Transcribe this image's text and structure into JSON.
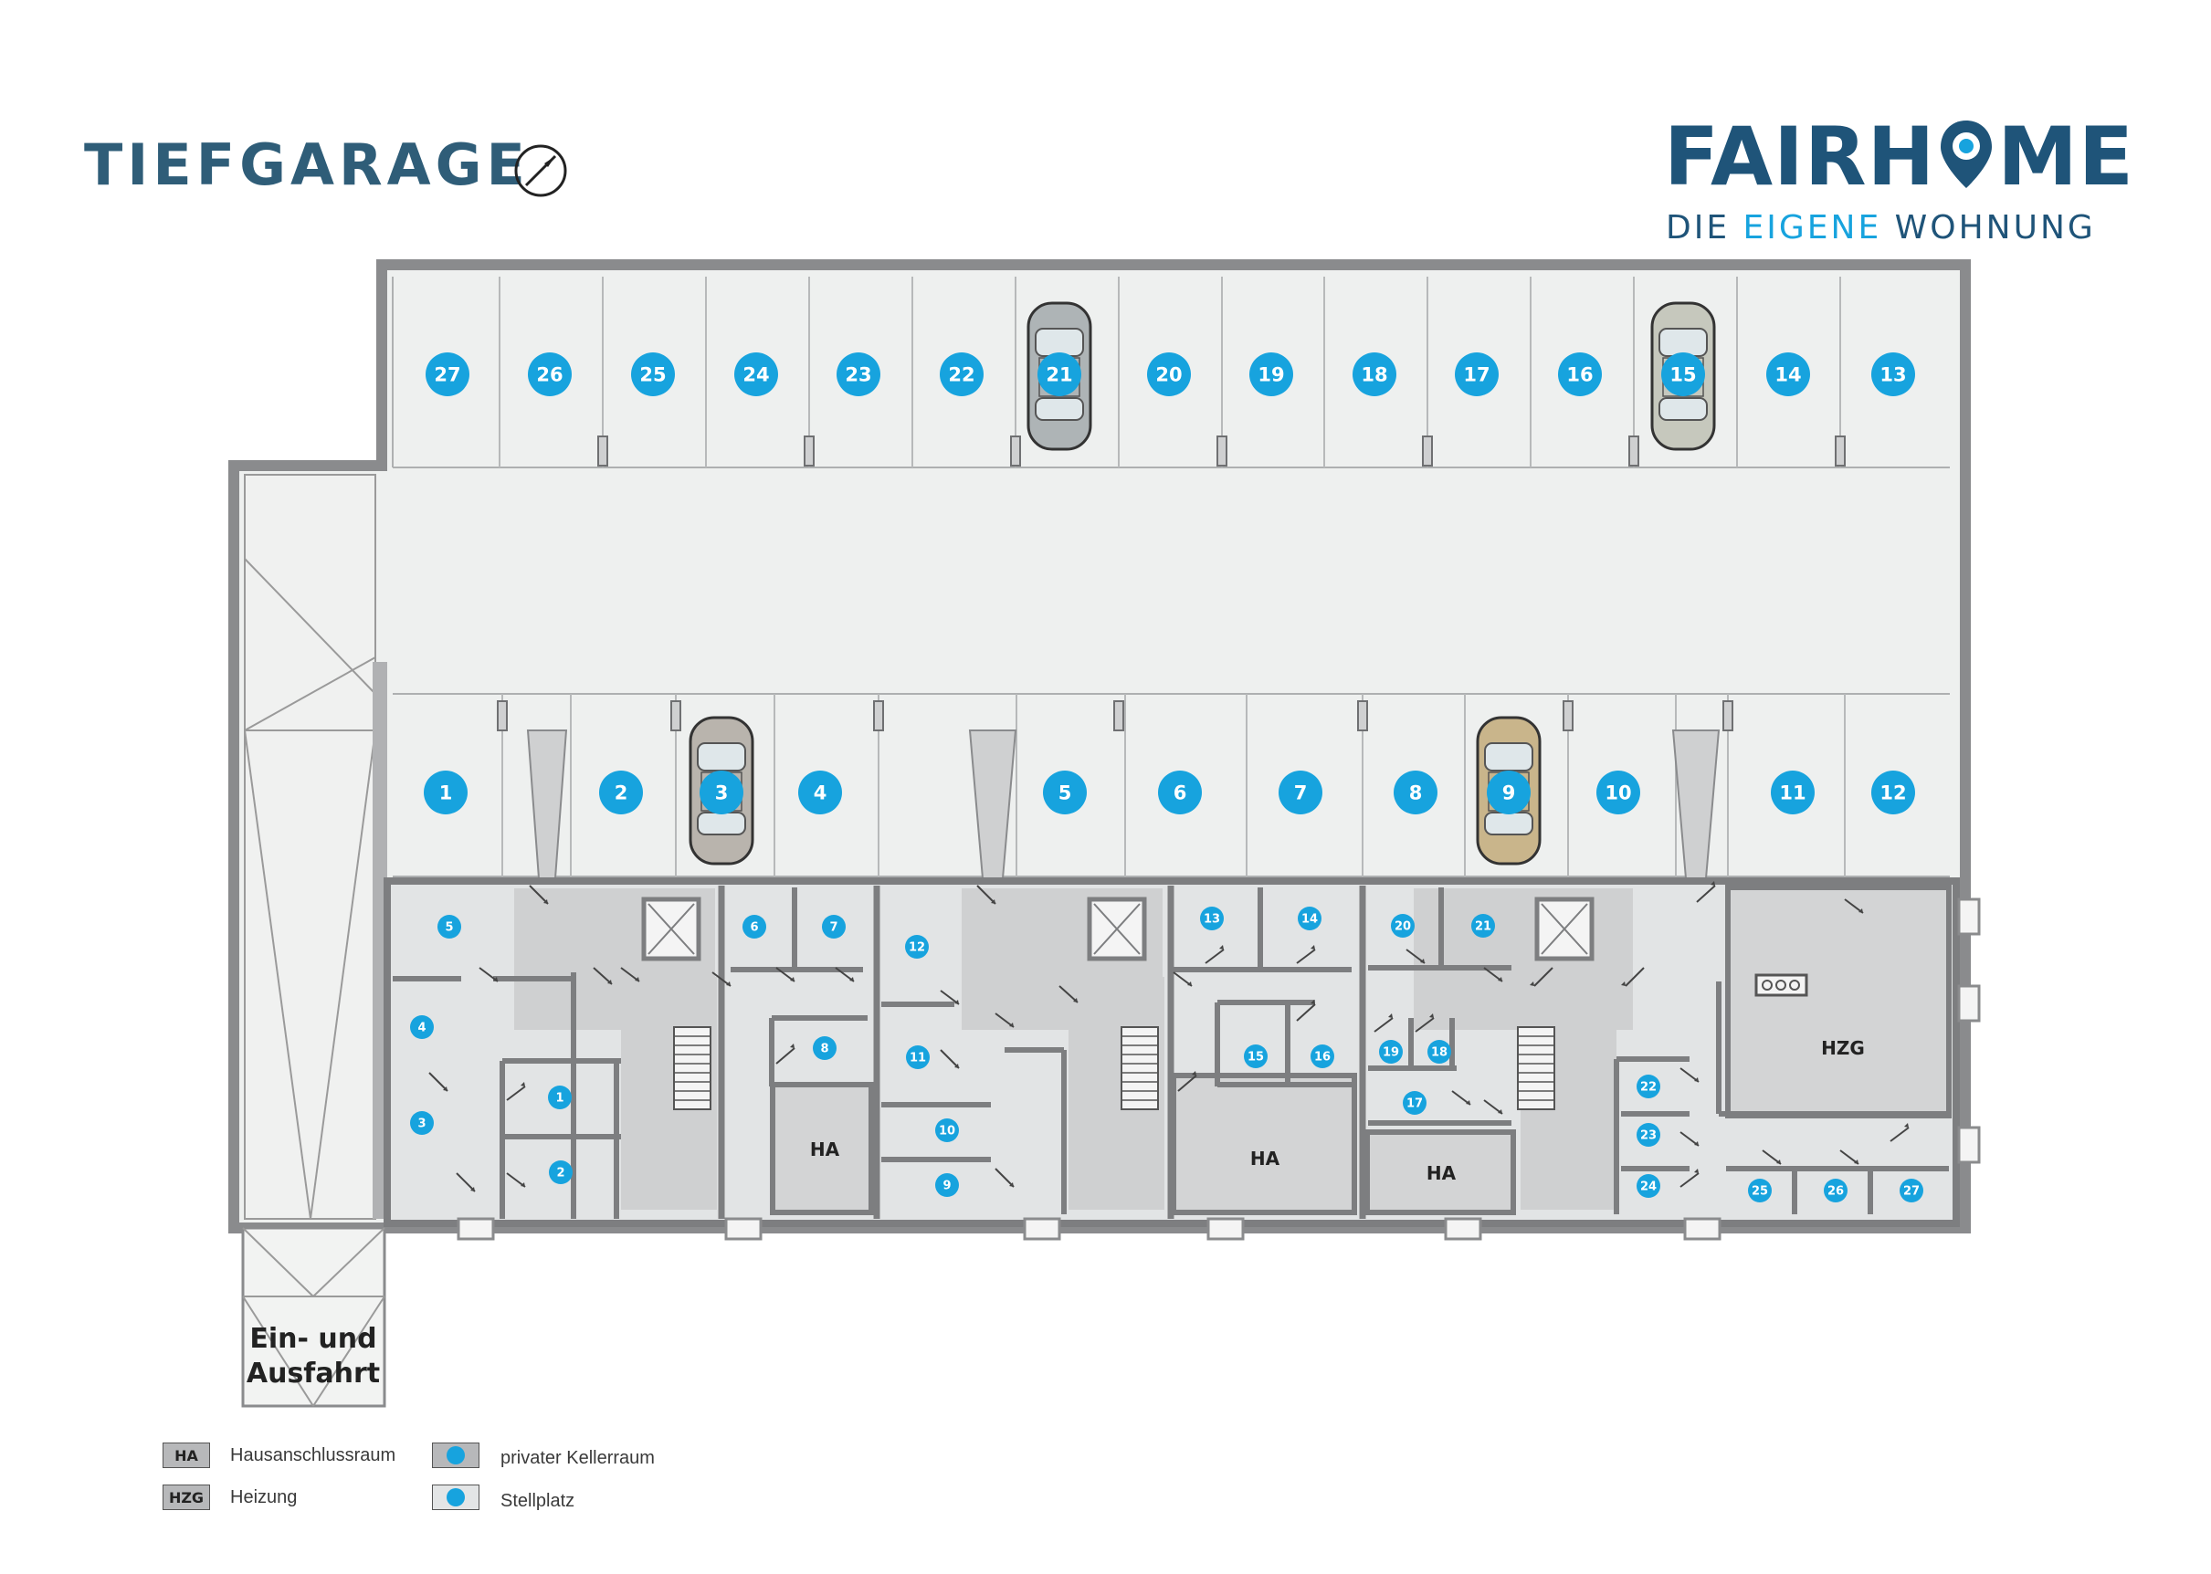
{
  "header": {
    "title": "TIEFGARAGE",
    "compass_icon": "north-arrow-icon"
  },
  "logo": {
    "word_left": "FAIRH",
    "word_right": "ME",
    "tag_part1": "DIE ",
    "tag_highlight": "EIGENE",
    "tag_part2": " WOHNUNG",
    "brand_color": "#1f5479",
    "accent_color": "#17a3de"
  },
  "plan": {
    "top_row_spaces": [
      "27",
      "26",
      "25",
      "24",
      "23",
      "22",
      "21",
      "20",
      "19",
      "18",
      "17",
      "16",
      "15",
      "14",
      "13"
    ],
    "bottom_row_spaces": [
      "1",
      "2",
      "3",
      "4",
      "5",
      "6",
      "7",
      "8",
      "9",
      "10",
      "11",
      "12"
    ],
    "cellars": [
      "1",
      "2",
      "3",
      "4",
      "5",
      "6",
      "7",
      "8",
      "9",
      "10",
      "11",
      "12",
      "13",
      "14",
      "15",
      "16",
      "17",
      "18",
      "19",
      "20",
      "21",
      "22",
      "23",
      "24",
      "25",
      "26",
      "27"
    ],
    "room_labels": [
      "HA",
      "HA",
      "HA",
      "HZG"
    ],
    "entrance_line1": "Ein- und",
    "entrance_line2": "Ausfahrt",
    "colors": {
      "marker": "#17a3de",
      "wall": "#8a8b8d",
      "parking_floor": "#eef0ef",
      "cellar_floor": "#e2e4e5",
      "service_room": "#d3d4d5"
    }
  },
  "legend": {
    "items": [
      {
        "key": "HA",
        "label": "Hausanschlussraum"
      },
      {
        "key": "HZG",
        "label": "Heizung"
      },
      {
        "key": "",
        "label": "privater Kellerraum"
      },
      {
        "key": "",
        "label": "Stellplatz"
      }
    ]
  }
}
